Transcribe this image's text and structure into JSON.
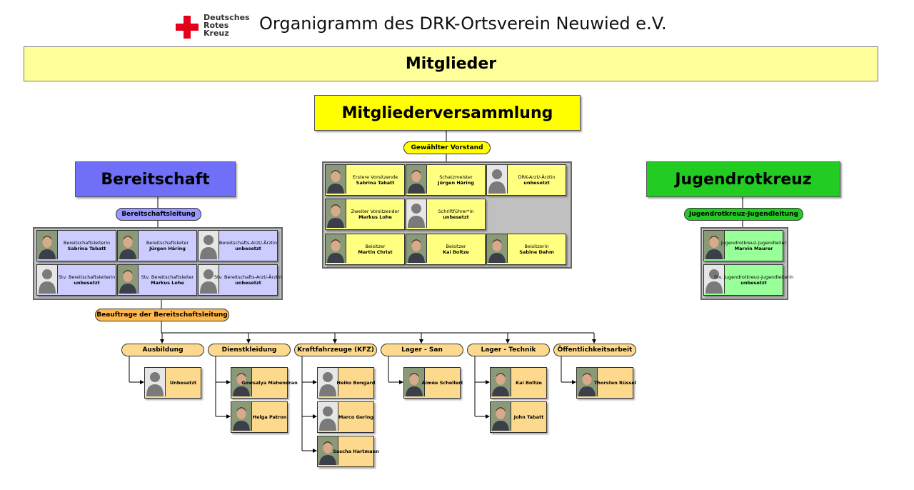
{
  "header": {
    "logo_lines": [
      "Deutsches",
      "Rotes",
      "Kreuz"
    ],
    "title": "Organigramm des DRK-Ortsverein Neuwied e.V.",
    "brand_red": "#e2001a"
  },
  "banner": {
    "label": "Mitglieder",
    "color": "#ffff99"
  },
  "versammlung": {
    "label": "Mitgliederversammlung",
    "color": "#ffff00"
  },
  "vorstand": {
    "pill": "Gewählter Vorstand",
    "members": [
      {
        "role": "Erstere Vorsitzende",
        "name": "Sabrina Tabatt"
      },
      {
        "role": "Schatzmeister",
        "name": "Jürgen Häring"
      },
      {
        "role": "DRK-Arzt/-Ärztin",
        "name": "unbesetzt"
      },
      {
        "role": "Zweiter Vorsitzender",
        "name": "Markus Lohe"
      },
      {
        "role": "Schriftführer*in",
        "name": "unbesetzt"
      },
      {
        "role": "Beisitzer",
        "name": "Martin Christ"
      },
      {
        "role": "Beisitzer",
        "name": "Kai Boltze"
      },
      {
        "role": "Beisitzerin",
        "name": "Sabine Dahm"
      }
    ]
  },
  "bereitschaft": {
    "label": "Bereitschaft",
    "color": "#6f6ff7",
    "pill": "Bereitschaftsleitung",
    "members": [
      {
        "role": "Bereitschaftsleiterin",
        "name": "Sabrina Tabatt"
      },
      {
        "role": "Bereitschaftsleiter",
        "name": "Jürgen Häring"
      },
      {
        "role": "Bereitschafts-Arzt/-Ärztin",
        "name": "unbesetzt"
      },
      {
        "role": "Stv. Bereitschaftsleiterin",
        "name": "unbesetzt"
      },
      {
        "role": "Stv. Bereitschaftsleiter",
        "name": "Markus Lohe"
      },
      {
        "role": "Stv. Bereitschafts-Arzt/-Ärztin",
        "name": "unbesetzt"
      }
    ],
    "beauftragte_pill": "Beauftrage der Bereitschaftsleitung"
  },
  "jugend": {
    "label": "Jugendrotkreuz",
    "color": "#22cc22",
    "pill": "Jugendrotkreuz-Jugendleitung",
    "members": [
      {
        "role": "Jugendrotkreuz-Jugendleiter",
        "name": "Marvin Maurer"
      },
      {
        "role": "Stv. Jugendrotkreuz-Jugendleiterin",
        "name": "unbesetzt"
      }
    ]
  },
  "beauftragte": [
    {
      "label": "Ausbildung",
      "people": [
        "Unbesetzt"
      ]
    },
    {
      "label": "Dienstkleidung",
      "people": [
        "Gowsalya Mahendran",
        "Helga Patron"
      ]
    },
    {
      "label": "Kraftfahrzeuge (KFZ)",
      "people": [
        "Heiko Bongard",
        "Marco Gering",
        "Sascha Hartmann"
      ]
    },
    {
      "label": "Lager - San",
      "people": [
        "Aimée Schellert"
      ]
    },
    {
      "label": "Lager - Technik",
      "people": [
        "Kai Boltze",
        "John Tabatt"
      ]
    },
    {
      "label": "Öffentlichkeitsarbeit",
      "people": [
        "Thorsten Rüssel"
      ]
    }
  ],
  "icons": [
    "person-silhouette-icon",
    "person-photo-icon",
    "red-cross-logo-icon"
  ]
}
